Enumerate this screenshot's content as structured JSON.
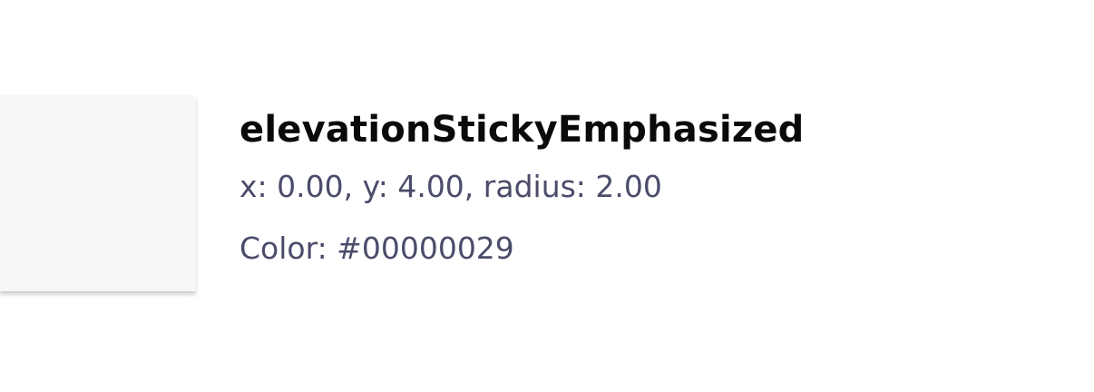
{
  "token": {
    "name": "elevationStickyEmphasized",
    "offset_text": "x: 0.00, y: 4.00, radius: 2.00",
    "color_text": "Color: #00000029"
  },
  "colors": {
    "swatch_fill": "#f6f7f9",
    "detail_text": "#4a4c6a",
    "name_text": "#0a0a0a"
  }
}
